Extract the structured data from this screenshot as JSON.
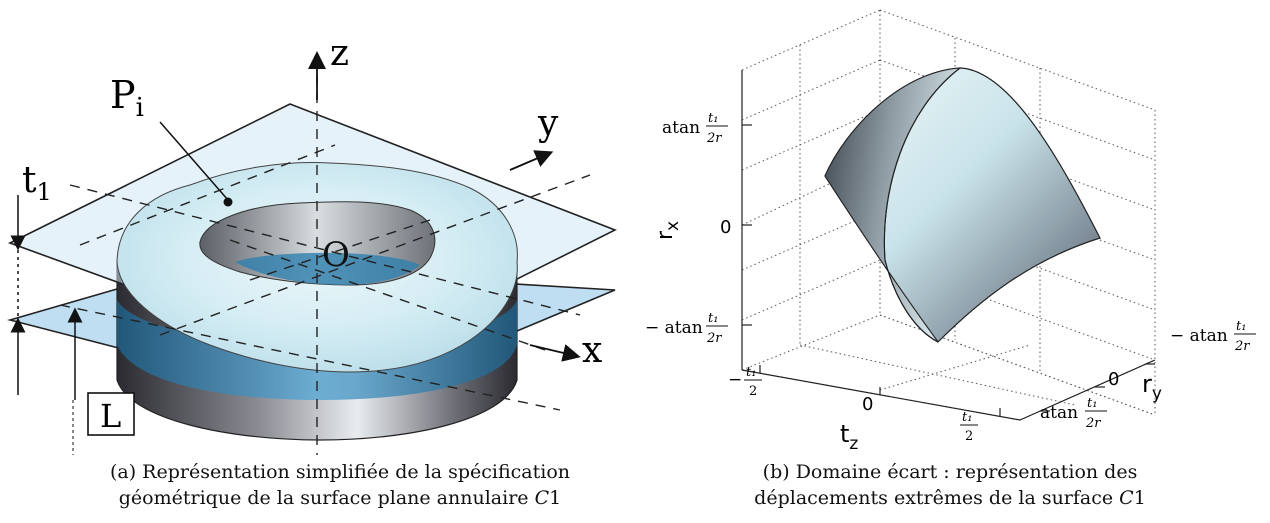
{
  "figure_a": {
    "axis_z": "z",
    "axis_y": "y",
    "axis_x": "x",
    "origin": "O",
    "surface_label": {
      "base": "P",
      "sub": "i"
    },
    "tolerance_label": {
      "base": "t",
      "sub": "1"
    },
    "datum_label": "L",
    "caption_line1": "(a) Représentation simplifiée de la spécification",
    "caption_line2_text": "géométrique de la surface plane annulaire ",
    "caption_line2_italic": "C",
    "caption_line2_end": "1"
  },
  "figure_b": {
    "rx_label": {
      "base": "r",
      "sub": "x"
    },
    "ry_label": {
      "base": "r",
      "sub": "y"
    },
    "tz_label": {
      "base": "t",
      "sub": "z"
    },
    "rx_ticks": {
      "top": {
        "prefix": "atan",
        "num": "t₁",
        "den": "2r"
      },
      "zero": "0",
      "bottom": {
        "prefix": "− atan",
        "num": "t₁",
        "den": "2r"
      }
    },
    "tz_ticks": {
      "left": {
        "prefix": "−",
        "num": "t₁",
        "den": "2"
      },
      "zero": "0",
      "right": {
        "prefix": "",
        "num": "t₁",
        "den": "2"
      }
    },
    "ry_ticks": {
      "top": {
        "prefix": "− atan",
        "num": "t₁",
        "den": "2r"
      },
      "zero": "0",
      "bottom": {
        "prefix": "atan",
        "num": "t₁",
        "den": "2r"
      }
    },
    "caption_line1": "(b) Domaine écart : représentation des",
    "caption_line2_text": "déplacements extrêmes de la surface ",
    "caption_line2_italic": "C",
    "caption_line2_end": "1"
  },
  "colors": {
    "plane_fill": "#cfe7f5",
    "plane_fill_lower": "#a9d3ee",
    "disk_dark": "#3c3c44",
    "disk_water": "#2f7fae",
    "surface_light": "#d8eef4",
    "cone_light": "#e9f4f6",
    "cone_dark": "#3a434c"
  }
}
